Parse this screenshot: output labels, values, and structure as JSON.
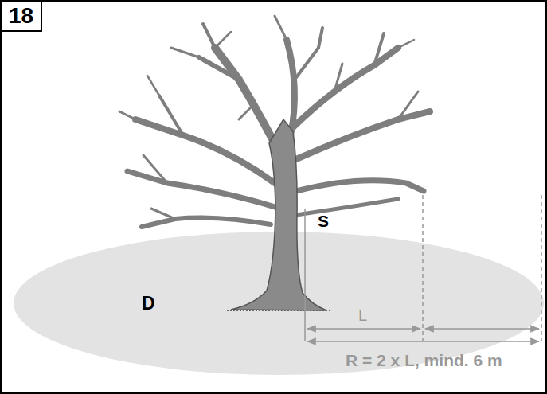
{
  "diagram": {
    "nodes": [
      {
        "text": [
          "18"
        ]
      }
    ],
    "labels": [
      "S",
      "D",
      "L",
      "R = 2 x L, mind. 6 m"
    ]
  }
}
